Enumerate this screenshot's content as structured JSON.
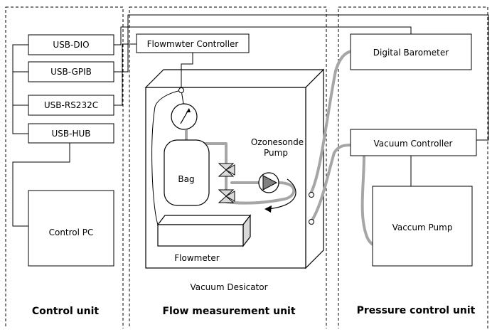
{
  "sections": {
    "control": "Control unit",
    "flow": "Flow measurement unit",
    "pressure": "Pressure control unit"
  },
  "boxes": {
    "usb_dio": "USB-DIO",
    "usb_gpib": "USB-GPIB",
    "usb_rs232c": "USB-RS232C",
    "usb_hub": "USB-HUB",
    "control_pc": "Control PC",
    "flow_controller": "Flowmwter Controller",
    "digital_barometer": "Digital Barometer",
    "vacuum_controller": "Vacuum Controller",
    "vacuum_pump": "Vaccum Pump"
  },
  "labels": {
    "bag": "Bag",
    "ozonesonde_line1": "Ozonesonde",
    "ozonesonde_line2": "Pump",
    "flowmeter": "Flowmeter",
    "desicator": "Vacuum Desicator"
  },
  "colors": {
    "line": "#000000",
    "tube": "#a6a6a6",
    "fill_gray": "#d9d9d9",
    "pump_fill": "#808080"
  }
}
